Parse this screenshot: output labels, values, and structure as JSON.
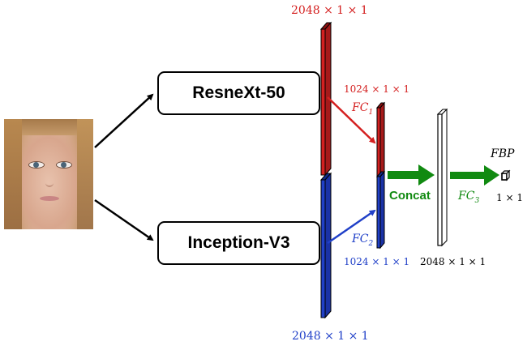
{
  "models": {
    "top": "ResneXt-50",
    "bottom": "Inception-V3"
  },
  "dims": {
    "top_feature": "2048 × 1 × 1",
    "bottom_feature": "2048 × 1 × 1",
    "fc1_out": "1024 × 1 × 1",
    "fc2_out": "1024 × 1 × 1",
    "concat_out": "2048 × 1 × 1",
    "fbp_out": "1 × 1"
  },
  "layers": {
    "fc1": {
      "base": "FC",
      "sub": "1"
    },
    "fc2": {
      "base": "FC",
      "sub": "2"
    },
    "fc3": {
      "base": "FC",
      "sub": "3"
    },
    "fbp": "FBP"
  },
  "concat_label": "Concat",
  "colors": {
    "red": "#d42020",
    "blue": "#2040c8",
    "green": "#118a11",
    "black": "#000000"
  },
  "icons": [
    "face-photo",
    "arrow",
    "feature-bar"
  ]
}
